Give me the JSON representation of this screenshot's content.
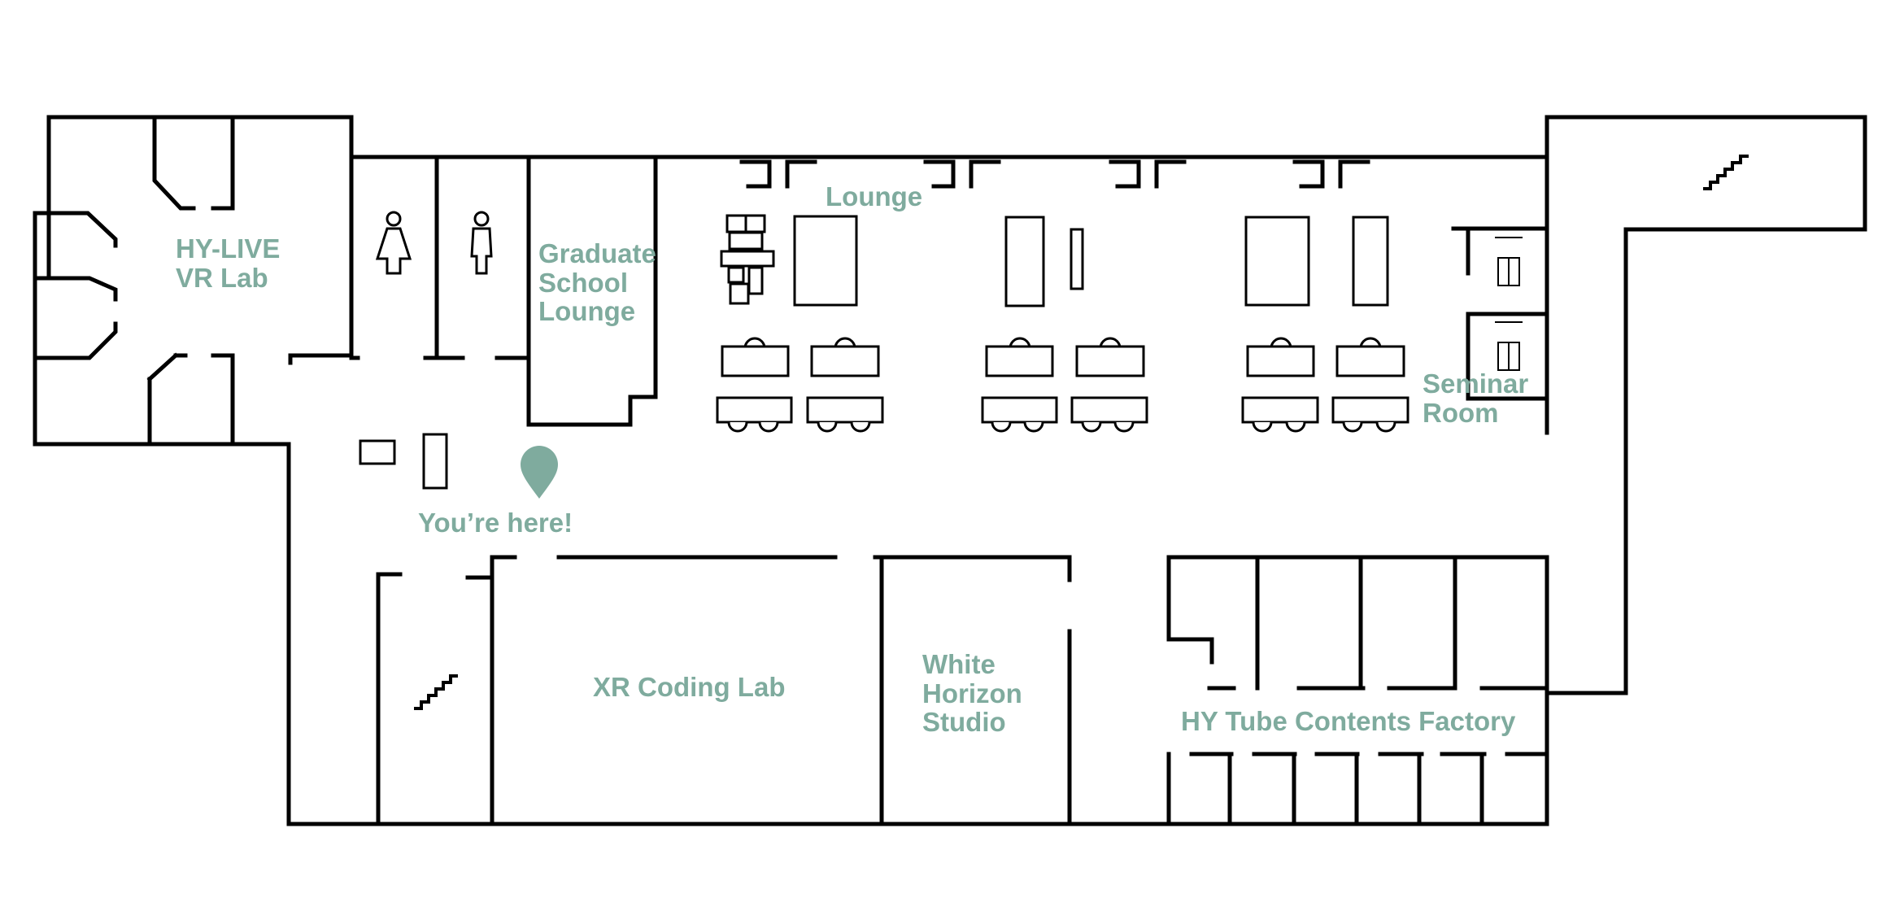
{
  "colors": {
    "walls": "#000000",
    "labels": "#7fab9e",
    "marker": "#7fab9e",
    "background": "#ffffff"
  },
  "rooms": {
    "hylive": "HY-LIVE VR Lab",
    "grad_lounge": "Graduate School Lounge",
    "lounge": "Lounge",
    "seminar": "Seminar Room",
    "xr": "XR Coding Lab",
    "white_horizon": "White Horizon Studio",
    "hytube": "HY Tube Contents Factory"
  },
  "marker": {
    "label": "You’re here!",
    "icon": "location-pin-icon"
  },
  "icons": {
    "restroom_women": "woman-restroom-icon",
    "restroom_men": "man-restroom-icon",
    "stairs": "stairs-icon"
  }
}
